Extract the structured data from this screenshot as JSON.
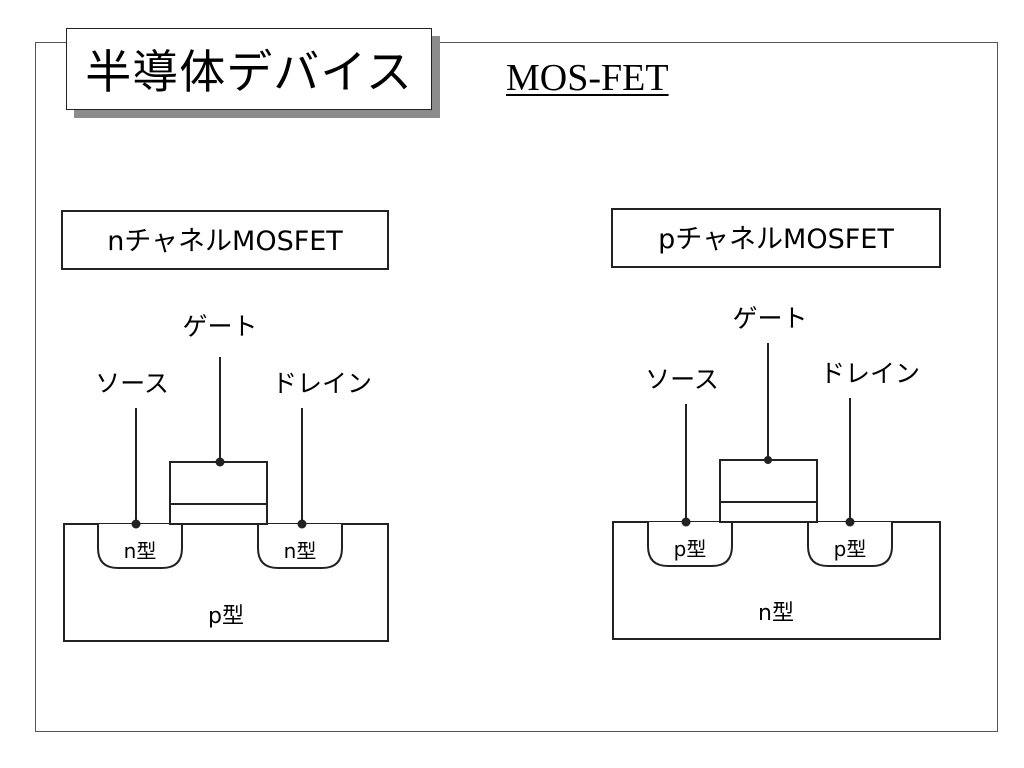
{
  "slide": {
    "title": "半導体デバイス",
    "subtitle": "MOS-FET"
  },
  "diagrams": {
    "nmos": {
      "heading": "nチャネルMOSFET",
      "gate_label": "ゲート",
      "source_label": "ソース",
      "drain_label": "ドレイン",
      "source_region": "n型",
      "drain_region": "n型",
      "substrate": "p型"
    },
    "pmos": {
      "heading": "pチャネルMOSFET",
      "gate_label": "ゲート",
      "source_label": "ソース",
      "drain_label": "ドレイン",
      "source_region": "p型",
      "drain_region": "p型",
      "substrate": "n型"
    }
  },
  "colors": {
    "line": "#222222",
    "shadow": "#8c8c8c"
  }
}
